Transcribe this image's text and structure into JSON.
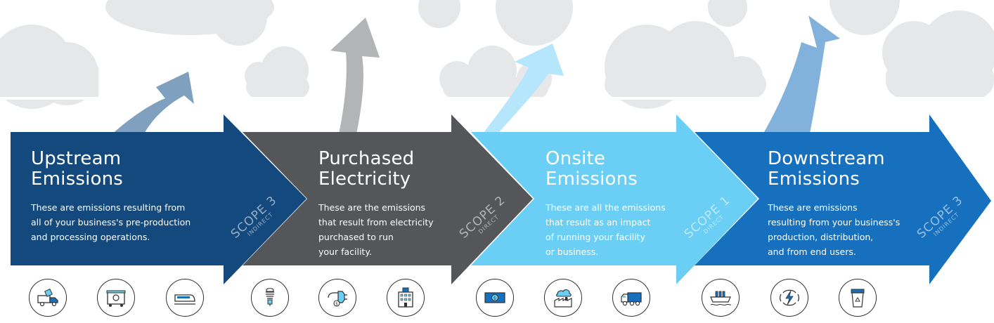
{
  "panels": [
    {
      "id": "upstream",
      "title": [
        "Upstream",
        "Emissions"
      ],
      "description": [
        "These are emissions resulting from",
        "all of your business's pre-production",
        "and processing operations."
      ],
      "scope": "SCOPE 3",
      "scope_type": "INDIRECT",
      "color": "#14497d",
      "icons": [
        "delivery-truck-icon",
        "dumpster-icon",
        "train-icon"
      ]
    },
    {
      "id": "purchased",
      "title": [
        "Purchased",
        "Electricity"
      ],
      "description": [
        "These are the emissions",
        "that result from electricity",
        "purchased to run",
        "your facility."
      ],
      "scope": "SCOPE 2",
      "scope_type": "DIRECT",
      "color": "#555659",
      "icons": [
        "light-bulb-icon",
        "electric-plug-icon",
        "office-building-icon"
      ]
    },
    {
      "id": "onsite",
      "title": [
        "Onsite",
        "Emissions"
      ],
      "description": [
        "These are all the emissions",
        "that result as an impact",
        "of running your facility",
        "or business."
      ],
      "scope": "SCOPE 1",
      "scope_type": "DIRECT",
      "color": "#6bcff5",
      "icons": [
        "money-icon",
        "factory-cloud-icon",
        "truck-icon"
      ]
    },
    {
      "id": "downstream",
      "title": [
        "Downstream",
        "Emissions"
      ],
      "description": [
        "These are emissions",
        "resulting from your business's",
        "production, distribution,",
        "and from end users."
      ],
      "scope": "SCOPE 3",
      "scope_type": "INDIRECT",
      "color": "#1670bd",
      "icons": [
        "cargo-ship-icon",
        "energy-recycle-icon",
        "recycle-bin-icon"
      ]
    }
  ],
  "colors": {
    "cloud": "#e6e7e8",
    "upstream_plume": "#7fa0be",
    "purchased_plume": "#b3b4b6",
    "onsite_plume": "#b5e6fb",
    "downstream_plume": "#82b2dc",
    "icon_stroke": "#333333"
  }
}
